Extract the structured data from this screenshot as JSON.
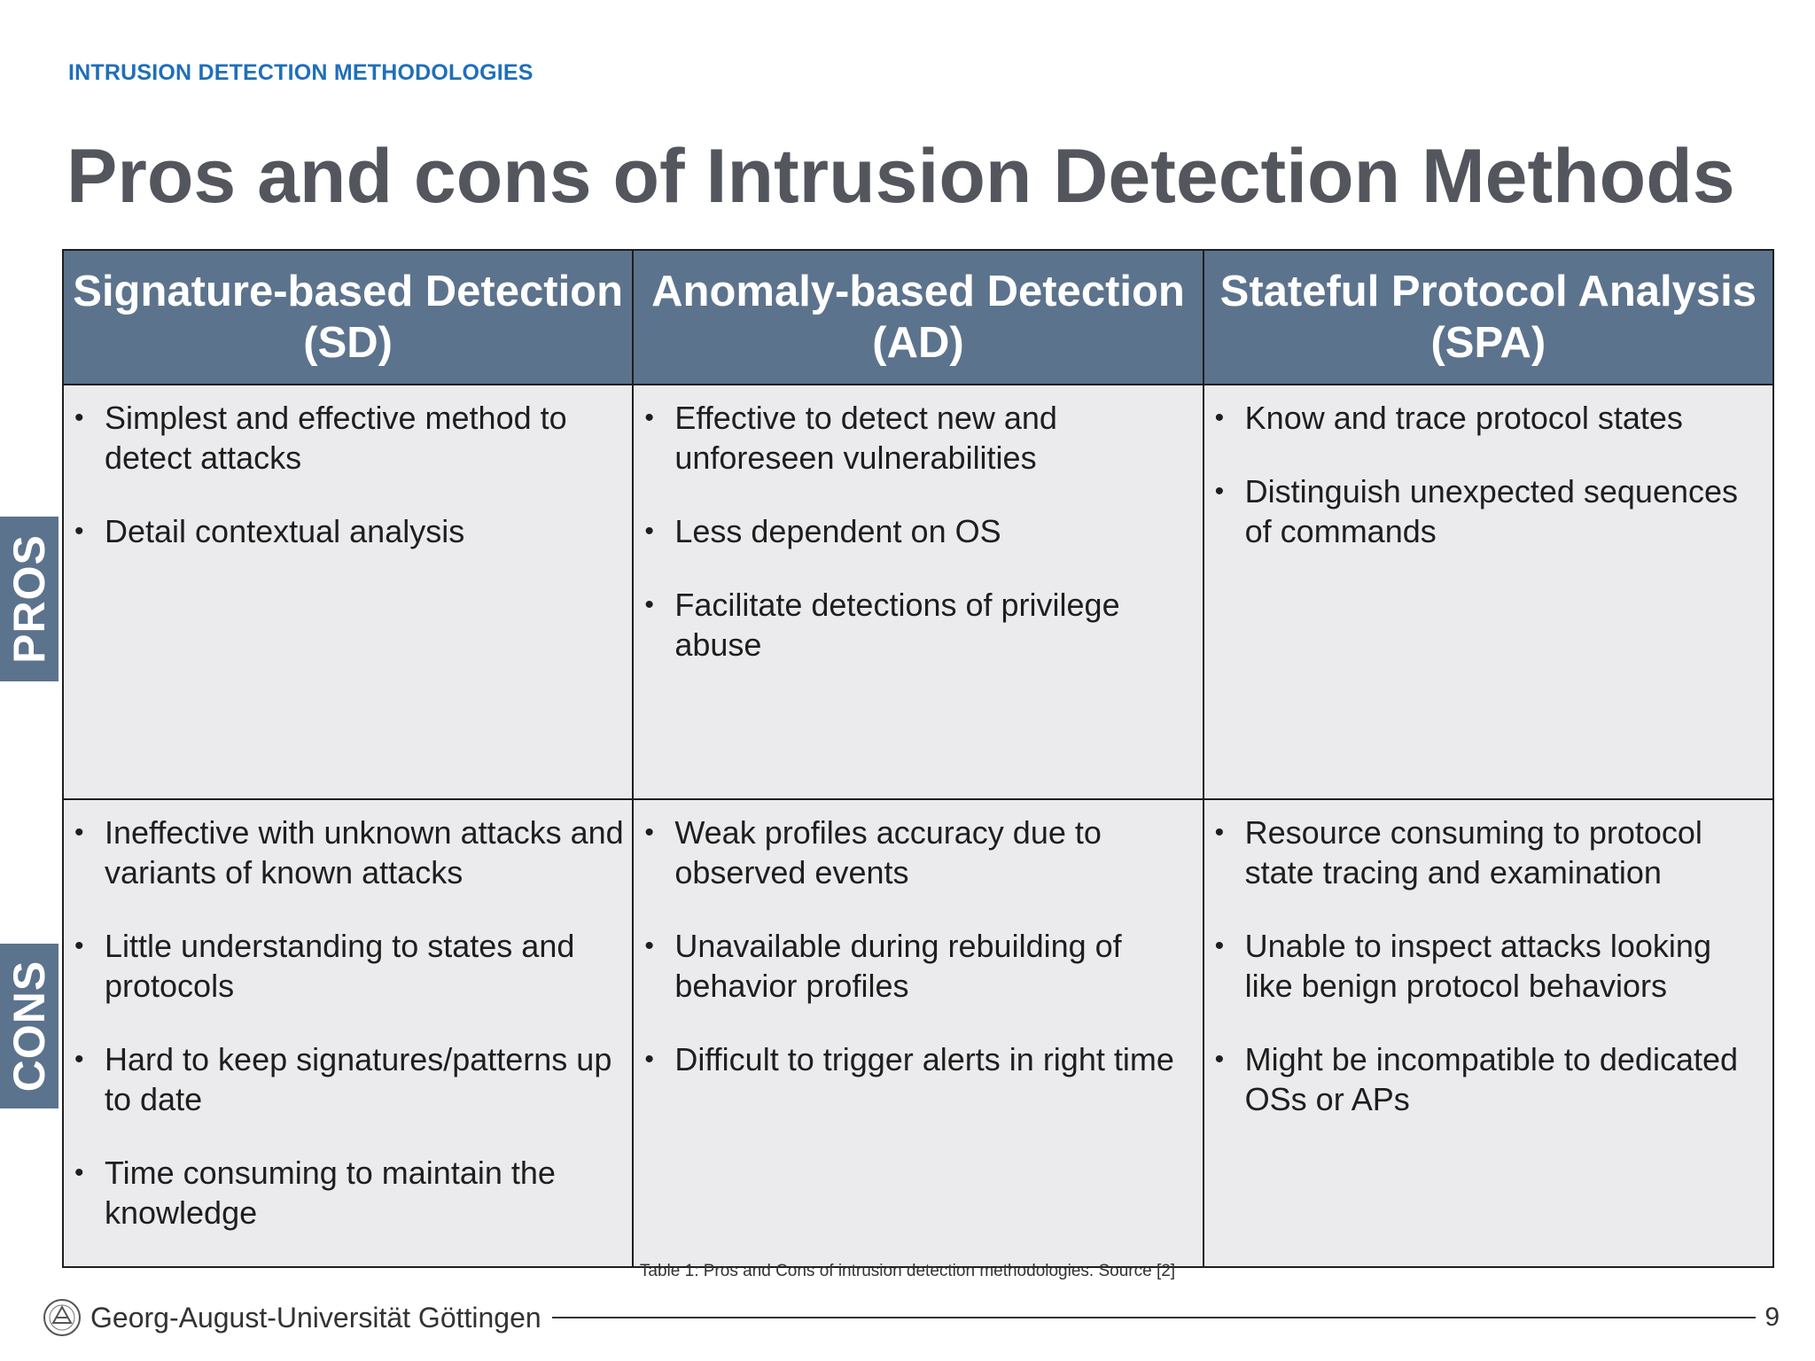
{
  "header": {
    "kicker": "INTRUSION DETECTION METHODOLOGIES",
    "title": "Pros and cons of Intrusion Detection Methods"
  },
  "table": {
    "columns": [
      {
        "line1": "Signature-based Detection",
        "line2": "(SD)"
      },
      {
        "line1": "Anomaly-based Detection",
        "line2": "(AD)"
      },
      {
        "line1": "Stateful Protocol Analysis",
        "line2": "(SPA)"
      }
    ],
    "rows": [
      {
        "label": "PROS",
        "cells": [
          [
            "Simplest and effective method to detect attacks",
            "Detail contextual analysis"
          ],
          [
            "Effective to detect new and unforeseen vulnerabilities",
            "Less dependent on OS",
            "Facilitate detections of privilege abuse"
          ],
          [
            "Know and trace protocol states",
            "Distinguish unexpected sequences of commands"
          ]
        ]
      },
      {
        "label": "CONS",
        "cells": [
          [
            "Ineffective with unknown attacks and variants of known attacks",
            "Little understanding to states and protocols",
            "Hard to keep signatures/patterns up to date",
            "Time consuming to maintain the knowledge"
          ],
          [
            "Weak profiles accuracy due to observed events",
            "Unavailable during rebuilding of behavior profiles",
            "Difficult to trigger alerts in right time"
          ],
          [
            "Resource consuming to protocol state tracing and examination",
            "Unable to inspect attacks looking like benign protocol behaviors",
            "Might be incompatible to dedicated OSs or APs"
          ]
        ]
      }
    ]
  },
  "caption": "Table 1: Pros and Cons of intrusion detection methodologies. Source [2]",
  "footer": {
    "university": "Georg-August-Universität Göttingen",
    "page": "9",
    "seal_icon": "university-seal-icon"
  },
  "colors": {
    "accent": "#1f6fba",
    "header_fill": "#5c738d",
    "cell_fill": "#ebebed",
    "title": "#53565d"
  }
}
